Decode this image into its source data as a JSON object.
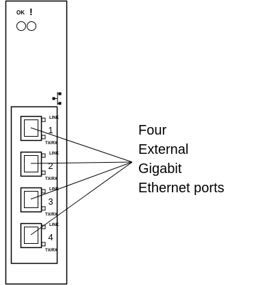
{
  "leds": {
    "ok_label": "OK",
    "alert_label": "!"
  },
  "ports": [
    {
      "number": "1",
      "link_label": "LINK",
      "txrx_label": "TX/RX"
    },
    {
      "number": "2",
      "link_label": "LINK",
      "txrx_label": "TX/RX"
    },
    {
      "number": "3",
      "link_label": "LINK",
      "txrx_label": "TX/RX"
    },
    {
      "number": "4",
      "link_label": "LINK",
      "txrx_label": "TX/RX"
    }
  ],
  "callout": {
    "lines": [
      "Four",
      "External",
      "Gigabit",
      "Ethernet ports"
    ]
  },
  "colors": {
    "stroke": "#000000",
    "background": "#ffffff"
  }
}
